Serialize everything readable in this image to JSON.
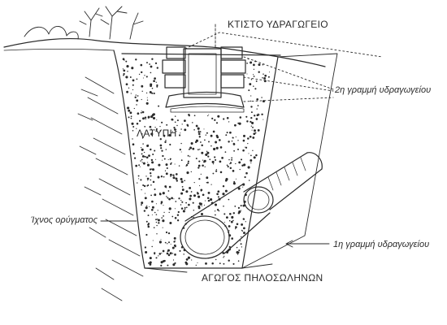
{
  "labels": {
    "top": "ΚΤΙΣΤΟ ΥΔΡΑΓΩΓΕΙΟ",
    "fill": "ΛΑΤΥΠΗ",
    "line2": "2η γραμμή υδραγωγείου",
    "trench_trace": "Ίχνος ορύγματος",
    "line1": "1η γραμμή υδραγωγείου",
    "bottom": "ΑΓΩΓΟΣ ΠΗΛΟΣΩΛΗΝΩΝ"
  },
  "colors": {
    "ink": "#2a2a2a",
    "paper": "#ffffff"
  }
}
